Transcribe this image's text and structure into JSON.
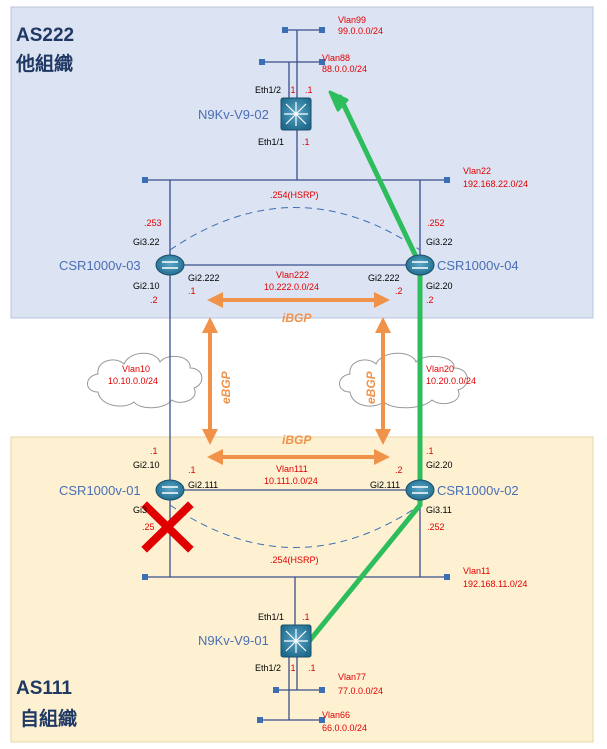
{
  "as_top": {
    "number": "AS222",
    "name": "他組織"
  },
  "as_bottom": {
    "number": "AS111",
    "name": "自組織"
  },
  "colors": {
    "top_zone": "#dce3f2",
    "bottom_zone": "#fdf1d2",
    "accent_red": "#e00000",
    "bgp_arrow": "#f0924a",
    "path_green": "#2ebd5c",
    "node_text": "#4a6fb5"
  },
  "devices": {
    "n9k_top": "N9Kv-V9-02",
    "n9k_bottom": "N9Kv-V9-01",
    "csr03": "CSR1000v-03",
    "csr04": "CSR1000v-04",
    "csr01": "CSR1000v-01",
    "csr02": "CSR1000v-02"
  },
  "vlans": {
    "vlan99": {
      "name": "Vlan99",
      "net": "99.0.0.0/24"
    },
    "vlan88": {
      "name": "Vlan88",
      "net": "88.0.0.0/24"
    },
    "vlan22": {
      "name": "Vlan22",
      "net": "192.168.22.0/24"
    },
    "vlan222": {
      "name": "Vlan222",
      "net": "10.222.0.0/24"
    },
    "vlan10": {
      "name": "Vlan10",
      "net": "10.10.0.0/24"
    },
    "vlan20": {
      "name": "Vlan20",
      "net": "10.20.0.0/24"
    },
    "vlan111": {
      "name": "Vlan111",
      "net": "10.111.0.0/24"
    },
    "vlan11": {
      "name": "Vlan11",
      "net": "192.168.11.0/24"
    },
    "vlan77": {
      "name": "Vlan77",
      "net": "77.0.0.0/24"
    },
    "vlan66": {
      "name": "Vlan66",
      "net": "66.0.0.0/24"
    }
  },
  "interfaces": {
    "n9k_top_eth12": "Eth1/2",
    "n9k_top_eth11": "Eth1/1",
    "n9k_top_dot1_a": ".1",
    "n9k_top_dot1_b": ".1",
    "n9k_top_dot1_c": ".1",
    "hsrp_top": ".254(HSRP)",
    "csr03_253": ".253",
    "csr03_gi322": "Gi3.22",
    "csr03_gi2222": "Gi2.222",
    "csr03_dot1": ".1",
    "csr03_gi210": "Gi2.10",
    "csr03_dot2": ".2",
    "csr04_252": ".252",
    "csr04_gi322": "Gi3.22",
    "csr04_gi2222": "Gi2.222",
    "csr04_gi220": "Gi2.20",
    "csr04_dot2a": ".2",
    "csr04_dot2b": ".2",
    "csr01_dot1": ".1",
    "csr01_gi210": "Gi2.10",
    "csr01_dot1b": ".1",
    "csr01_gi2111": "Gi2.111",
    "csr01_gi3": "Gi3",
    "csr01_25": ".25",
    "csr02_dot1": ".1",
    "csr02_gi220": "Gi2.20",
    "csr02_dot2": ".2",
    "csr02_gi2111": "Gi2.111",
    "csr02_gi311": "Gi3.11",
    "csr02_252": ".252",
    "hsrp_bottom": ".254(HSRP)",
    "n9k_bot_eth11": "Eth1/1",
    "n9k_bot_dot1_a": ".1",
    "n9k_bot_eth12": "Eth1/2",
    "n9k_bot_dot1_b": ".1",
    "n9k_bot_dot1_c": ".1"
  },
  "protocols": {
    "ibgp_top": "iBGP",
    "ibgp_bottom": "iBGP",
    "ebgp_left": "eBGP",
    "ebgp_right": "eBGP"
  },
  "icons": {
    "router": "router-icon",
    "switch": "nexus-switch-icon",
    "cloud": "cloud-icon",
    "failure": "red-x-icon"
  }
}
